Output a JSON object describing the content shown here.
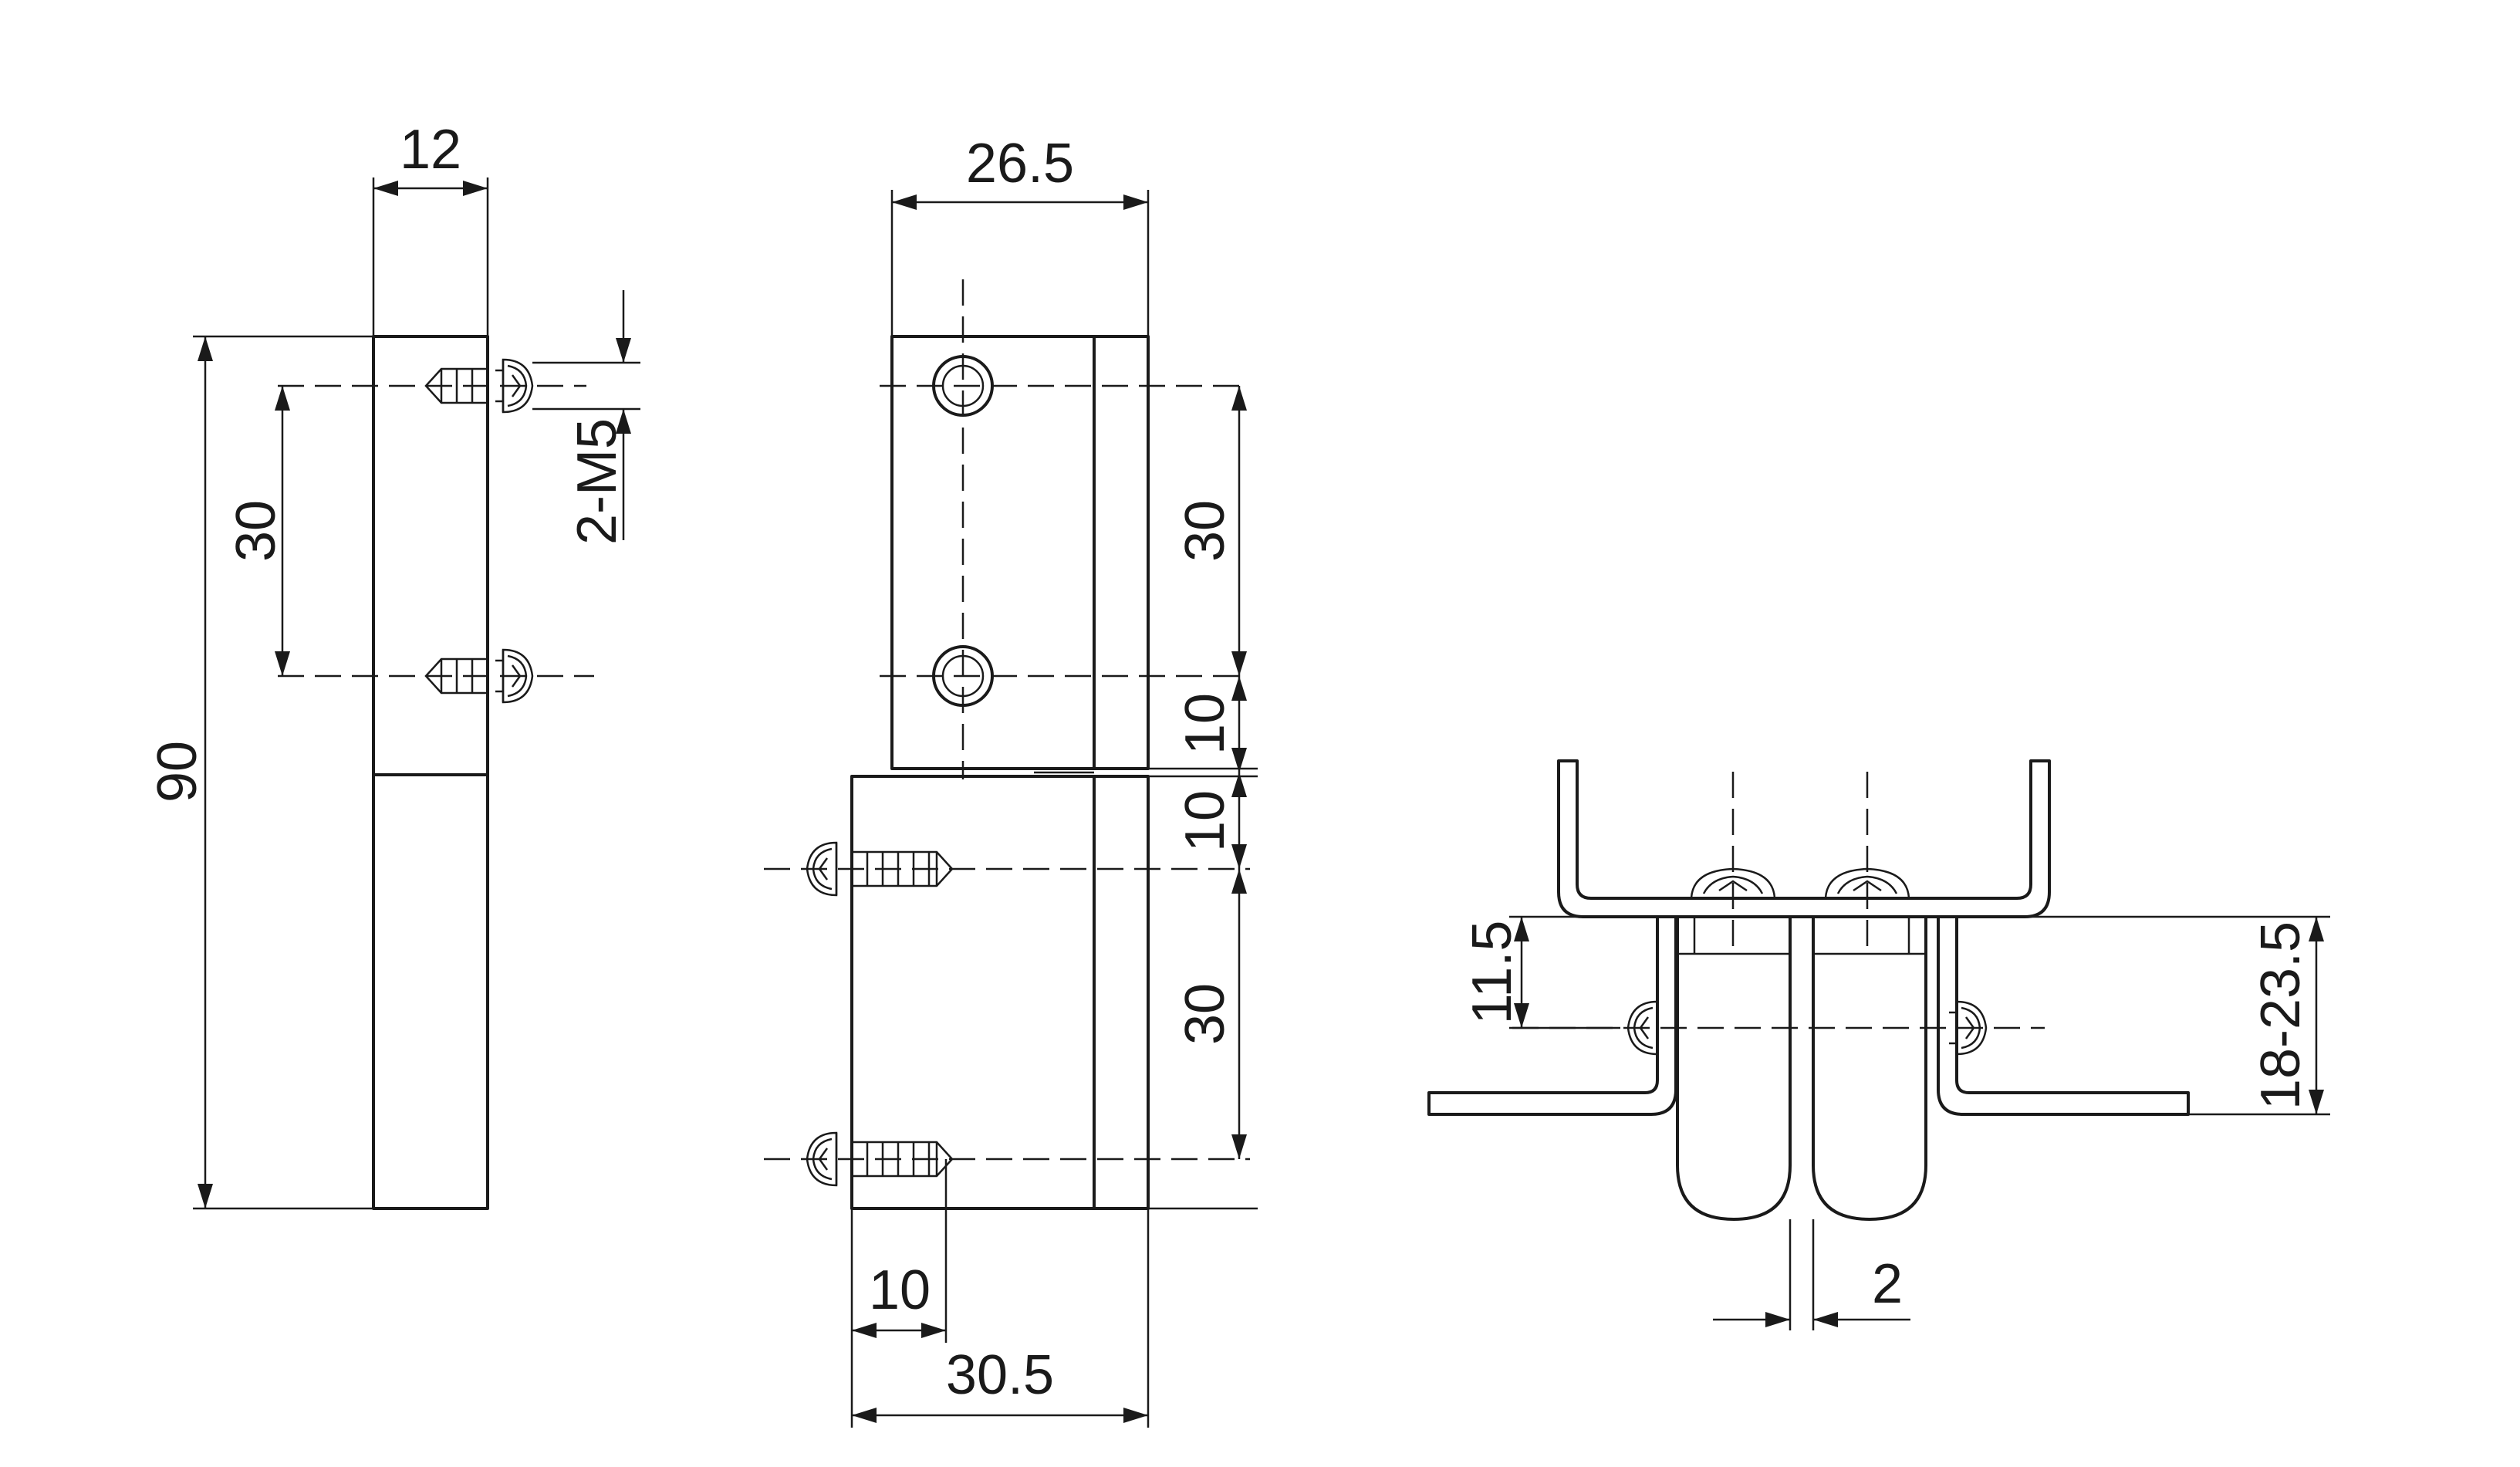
{
  "dimensions": {
    "side_width": "12",
    "side_height": "90",
    "side_pitch": "30",
    "side_thread": "2-M5",
    "front_top_width": "26.5",
    "front_top_pitch": "30",
    "front_gap_upper": "10",
    "front_gap_lower": "10",
    "front_bottom_pitch": "30",
    "front_screw_offset": "10",
    "front_bottom_width": "30.5",
    "end_offset": "11.5",
    "end_range": "18-23.5",
    "end_gap": "2"
  },
  "colors": {
    "line": "#1a1a1a",
    "background": "#ffffff"
  }
}
